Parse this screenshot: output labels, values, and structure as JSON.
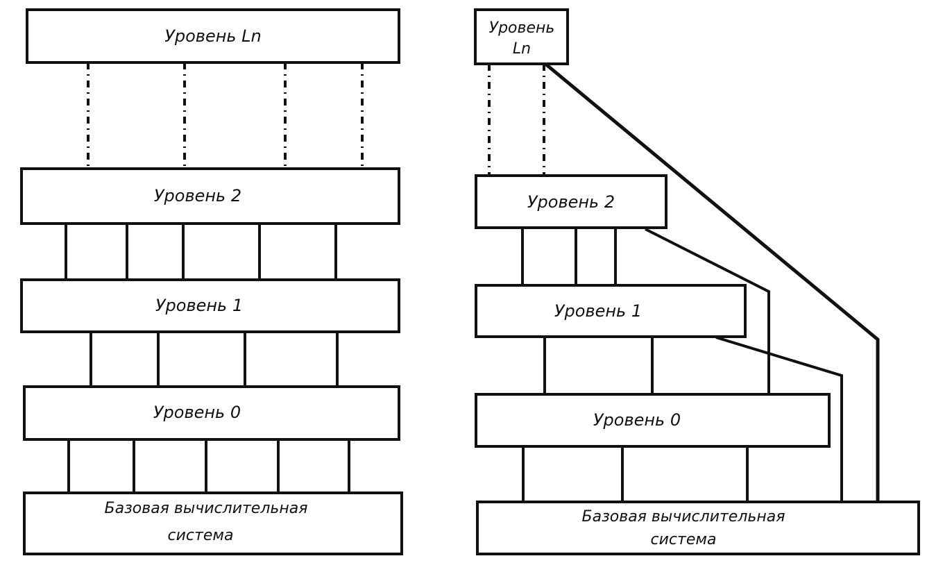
{
  "left_diagram": {
    "level_n": "Уровень Ln",
    "level_2": "Уровень 2",
    "level_1": "Уровень 1",
    "level_0": "Уровень 0",
    "base_line1": "Базовая вычислительная",
    "base_line2": "система"
  },
  "right_diagram": {
    "level_n_line1": "Уровень",
    "level_n_line2": "Ln",
    "level_2": "Уровень 2",
    "level_1": "Уровень 1",
    "level_0": "Уровень 0",
    "base_line1": "Базовая вычислительная",
    "base_line2": "система"
  }
}
